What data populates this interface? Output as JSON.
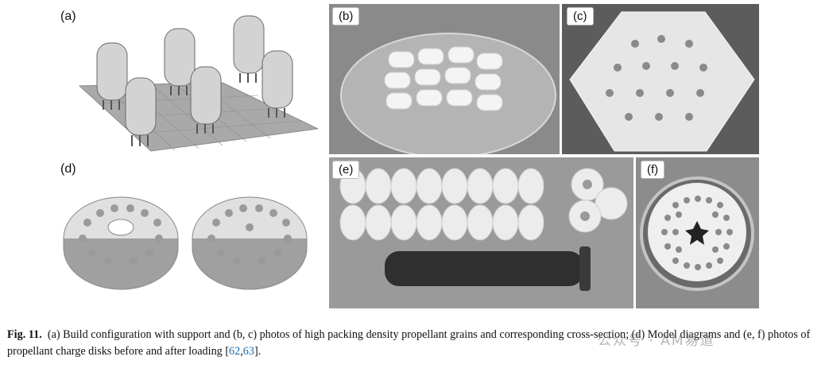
{
  "panels": {
    "a": "(a)",
    "b": "(b)",
    "c": "(c)",
    "d": "(d)",
    "e": "(e)",
    "f": "(f)"
  },
  "caption": {
    "fig_label": "Fig. 11.",
    "text_before_refs": "(a) Build configuration with support and (b, c) photos of high packing density propellant grains and corresponding cross-section; (d) Model diagrams and (e, f) photos of propellant charge disks before and after loading [",
    "ref_1": "62",
    "ref_sep": ",",
    "ref_2": "63",
    "text_after_refs": "]."
  },
  "watermark": "公众号 · AM易道",
  "colors": {
    "link": "#1f6db0",
    "photo_bg": "#6f6f6f",
    "model_gray": "#bdbdbd"
  }
}
